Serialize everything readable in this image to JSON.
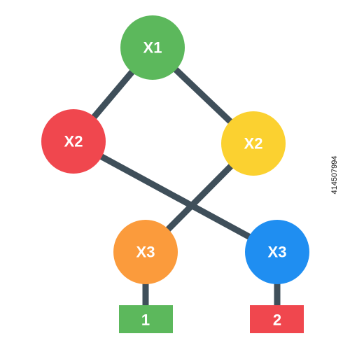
{
  "colors": {
    "edge": "#3f4f5a",
    "green": "#5cb85c",
    "red": "#f0474e",
    "yellow": "#fbd130",
    "orange": "#fb9b3c",
    "blue": "#1f8ef1"
  },
  "nodes": {
    "root": {
      "label": "X1",
      "color": "green"
    },
    "left": {
      "label": "X2",
      "color": "red"
    },
    "right": {
      "label": "X2",
      "color": "yellow"
    },
    "bottom_left": {
      "label": "X3",
      "color": "orange"
    },
    "bottom_right": {
      "label": "X3",
      "color": "blue"
    }
  },
  "leaves": {
    "leaf_one": {
      "label": "1",
      "color": "green"
    },
    "leaf_two": {
      "label": "2",
      "color": "red"
    }
  },
  "watermark": "414507994"
}
